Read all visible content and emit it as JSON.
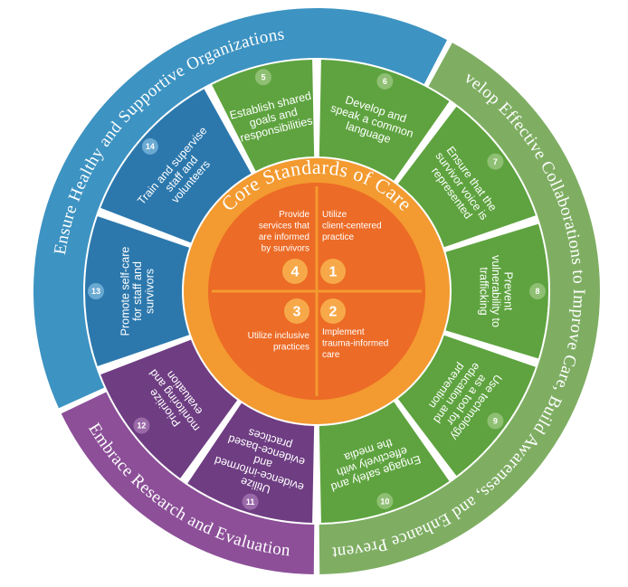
{
  "colors": {
    "outer_green": "#7fae63",
    "outer_blue": "#3d93c2",
    "outer_purple": "#8c4f98",
    "seg_green": "#5ea33f",
    "seg_blue": "#2c78ad",
    "seg_purple": "#6e3d82",
    "core_light": "#f39a30",
    "core_dark": "#ec6b26",
    "badge_green": "#8fbf73",
    "badge_blue": "#6aa9d2",
    "badge_purple": "#9a6aa8",
    "badge_core": "#f7a94a"
  },
  "outer_ring": {
    "green": "Develop Effective Collaborations to Improve Care, Build Awareness, and Enhance Prevention",
    "blue": "Ensure Healthy and Supportive Organizations",
    "purple": "Embrace Research and Evaluation"
  },
  "core": {
    "title": "Core Standards of Care",
    "quadrants": [
      {
        "number": "1",
        "lines": [
          "Utilize",
          "client-centered",
          "practice"
        ]
      },
      {
        "number": "2",
        "lines": [
          "Implement",
          "trauma-informed",
          "care"
        ]
      },
      {
        "number": "3",
        "lines": [
          "Utilize inclusive",
          "practices"
        ]
      },
      {
        "number": "4",
        "lines": [
          "Provide",
          "services that",
          "are informed",
          "by survivors"
        ]
      }
    ]
  },
  "segments": [
    {
      "number": "5",
      "group": "green",
      "lines": [
        "Establish shared",
        "goals and",
        "responsibilities"
      ]
    },
    {
      "number": "6",
      "group": "green",
      "lines": [
        "Develop and",
        "speak a common",
        "language"
      ]
    },
    {
      "number": "7",
      "group": "green",
      "lines": [
        "Ensure that the",
        "survivor voice is",
        "represented"
      ]
    },
    {
      "number": "8",
      "group": "green",
      "lines": [
        "Prevent",
        "vulnerability to",
        "trafficking"
      ]
    },
    {
      "number": "9",
      "group": "green",
      "lines": [
        "Use technology",
        "as a tool for",
        "education and",
        "prevention"
      ]
    },
    {
      "number": "10",
      "group": "green",
      "lines": [
        "Engage safely and",
        "effectively with",
        "the media"
      ]
    },
    {
      "number": "11",
      "group": "purple",
      "lines": [
        "Utilize",
        "evidence-informed",
        "and",
        "evidence-based",
        "practices"
      ]
    },
    {
      "number": "12",
      "group": "purple",
      "lines": [
        "Prioritize",
        "monitoring and",
        "evaluation"
      ]
    },
    {
      "number": "13",
      "group": "blue",
      "lines": [
        "Promote self-care",
        "for staff and",
        "survivors"
      ]
    },
    {
      "number": "14",
      "group": "blue",
      "lines": [
        "Train and supervise",
        "staff and",
        "volunteers"
      ]
    }
  ]
}
